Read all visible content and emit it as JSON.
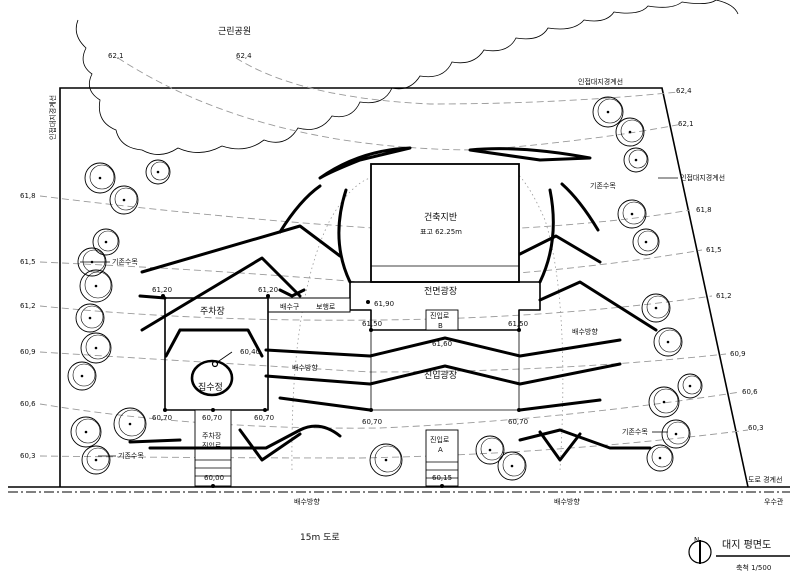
{
  "labels": {
    "park": "근린공원",
    "adjacent_boundary_top": "인접대지경계선",
    "adjacent_boundary_right": "인접대지경계선",
    "adjacent_boundary_left": "인접대지경계선",
    "existing_trees_left": "기존수목",
    "existing_trees_left_bottom": "기존수목",
    "existing_trees_right_top": "기존수목",
    "existing_trees_right_bottom": "기존수목",
    "building_base": "건축지반",
    "building_elev": "표고 62.25m",
    "front_plaza": "전면광장",
    "entry_plaza": "진입광장",
    "entrance_b": "진입로",
    "entrance_b_letter": "B",
    "entrance_a": "진입로",
    "entrance_a_letter": "A",
    "parking": "주차장",
    "parking_entrance_1": "주차장",
    "parking_entrance_2": "진입로",
    "catch_basin": "집수정",
    "drain_port": "배수구",
    "walkway": "보행로",
    "drain_dir_center": "배수방향",
    "drain_dir_right": "배수방향",
    "drain_dir_bottom_left": "배수방향",
    "drain_dir_bottom_right": "배수방향",
    "road_boundary": "도로 경계선",
    "storm_drain": "우수관",
    "road": "15m 도로",
    "title": "대지 평면도",
    "scale": "축척 1/500",
    "north": "N"
  },
  "contours_left": [
    "61,8",
    "61,5",
    "61,2",
    "60,9",
    "60,6",
    "60,3"
  ],
  "contours_right": [
    "62,4",
    "62,1",
    "61,8",
    "61,5",
    "61,2",
    "60,9",
    "60,6",
    "60,3"
  ],
  "contours_top": [
    "62,1",
    "62,4"
  ],
  "elevations": {
    "e_6120_a": "61,20",
    "e_6120_b": "61,20",
    "e_6190": "61,90",
    "e_6150_a": "61,50",
    "e_6150_b": "61,50",
    "e_6160": "61,60",
    "e_6040": "60,40",
    "e_6070_a": "60,70",
    "e_6070_b": "60,70",
    "e_6070_c": "60,70",
    "e_6070_d": "60,70",
    "e_6070_e": "60,70",
    "e_6000": "60,00",
    "e_6015": "60,15"
  }
}
